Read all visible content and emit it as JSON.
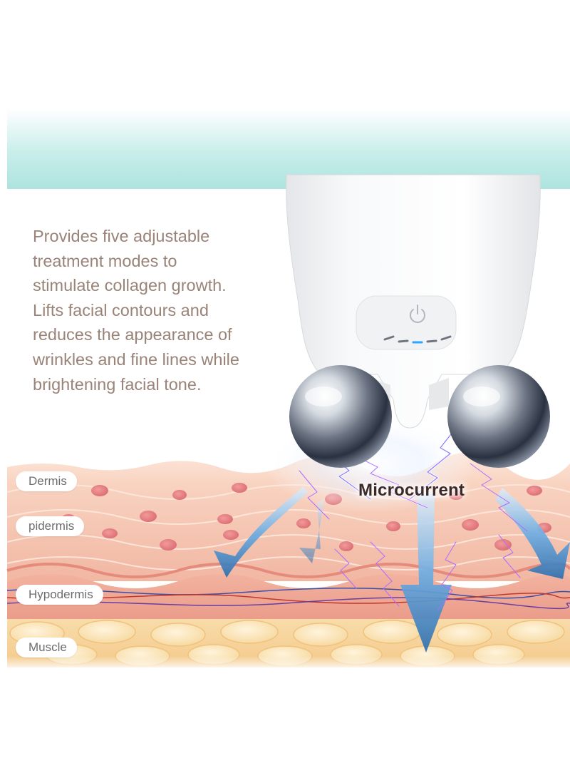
{
  "description_lines": [
    "Provides five adjustable",
    "treatment modes to",
    "stimulate collagen growth.",
    "Lifts facial contours and",
    "reduces the appearance of",
    "wrinkles and fine lines while",
    "brightening facial tone."
  ],
  "layer_labels": {
    "dermis": "Dermis",
    "epidermis": "pidermis",
    "hypodermis": "Hypodermis",
    "muscle": "Muscle"
  },
  "microcurrent_label": "Microcurrent",
  "icons": {
    "power": "power-icon",
    "arrow": "arrow-down-icon",
    "lightning": "lightning-icon"
  },
  "colors": {
    "text": "#9a8378",
    "banner_teal": "#aee3df",
    "skin_top": "#f6cdb8",
    "skin_mid": "#efaa98",
    "fat": "#f7d69a",
    "arrow_blue": "#3f8fd0",
    "cell": "#e07c7f"
  }
}
